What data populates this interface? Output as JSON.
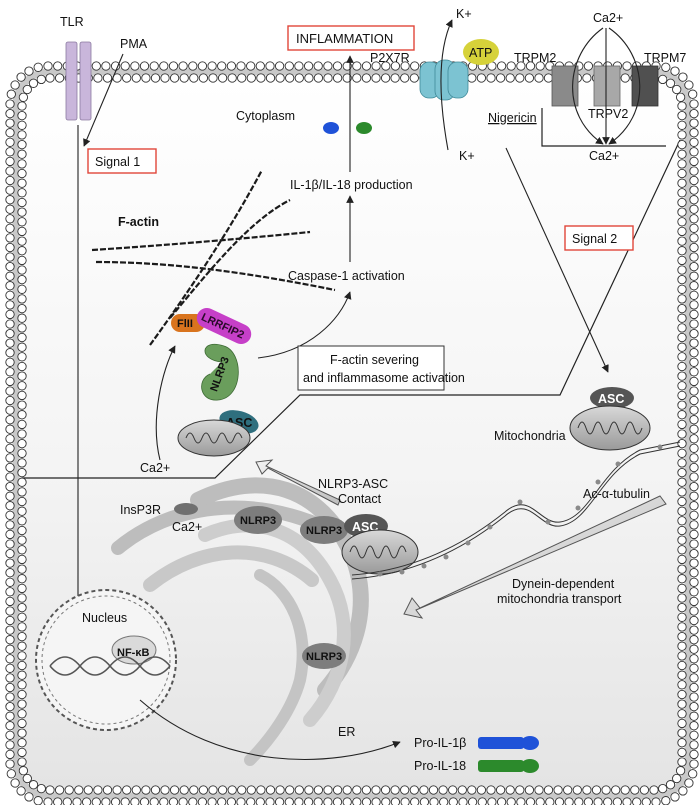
{
  "title": "INFLAMMATION",
  "colors": {
    "signal_box": "#e0463a",
    "membrane_head": "#ffffff",
    "tlr": "#c9b6db",
    "p2x7r": "#7cc3d2",
    "atp": "#d6d23a",
    "fiii": "#d9741e",
    "lrrfip2": "#c63fc8",
    "nlrp3": "#6a9e5c",
    "asc": "#2f6f7e",
    "il1b": "#1f52d8",
    "il18": "#2c8a2c",
    "gray_nlrp3": "#7d7d7d",
    "gray_asc": "#555555"
  },
  "labels": {
    "tlr": "TLR",
    "pma": "PMA",
    "p2x7r": "P2X7R",
    "atp": "ATP",
    "k_out": "K+",
    "k_in": "K+",
    "ca_top": "Ca2+",
    "ca_trp": "Ca2+",
    "trpm2": "TRPM2",
    "trpm7": "TRPM7",
    "trpv2": "TRPV2",
    "nigericin": "Nigericin",
    "cytoplasm": "Cytoplasm",
    "signal1": "Signal 1",
    "signal2": "Signal 2",
    "il_production": "IL-1β/IL-18 production",
    "caspase": "Caspase-1 activation",
    "factin": "F-actin",
    "fiii": "FlII",
    "lrrfip2": "LRRFIP2",
    "nlrp3": "NLRP3",
    "asc": "ASC",
    "severing_line1": "F-actin severing",
    "severing_line2": "and inflammasome activation",
    "mitochondria": "Mitochondria",
    "ac_tubulin": "Ac-α-tubulin",
    "ca_left": "Ca2+",
    "insp3r": "InsP3R",
    "ca_er": "Ca2+",
    "contact_line1": "NLRP3-ASC",
    "contact_line2": "Contact",
    "nlrp3_er1": "NLRP3",
    "nlrp3_er2": "NLRP3",
    "nlrp3_er3": "NLRP3",
    "asc_er": "ASC",
    "asc_mito": "ASC",
    "dynein_line1": "Dynein-dependent",
    "dynein_line2": "mitochondria transport",
    "nucleus": "Nucleus",
    "nfkb": "NF-κB",
    "er": "ER",
    "pro_il1b": "Pro-IL-1β",
    "pro_il18": "Pro-IL-18"
  }
}
